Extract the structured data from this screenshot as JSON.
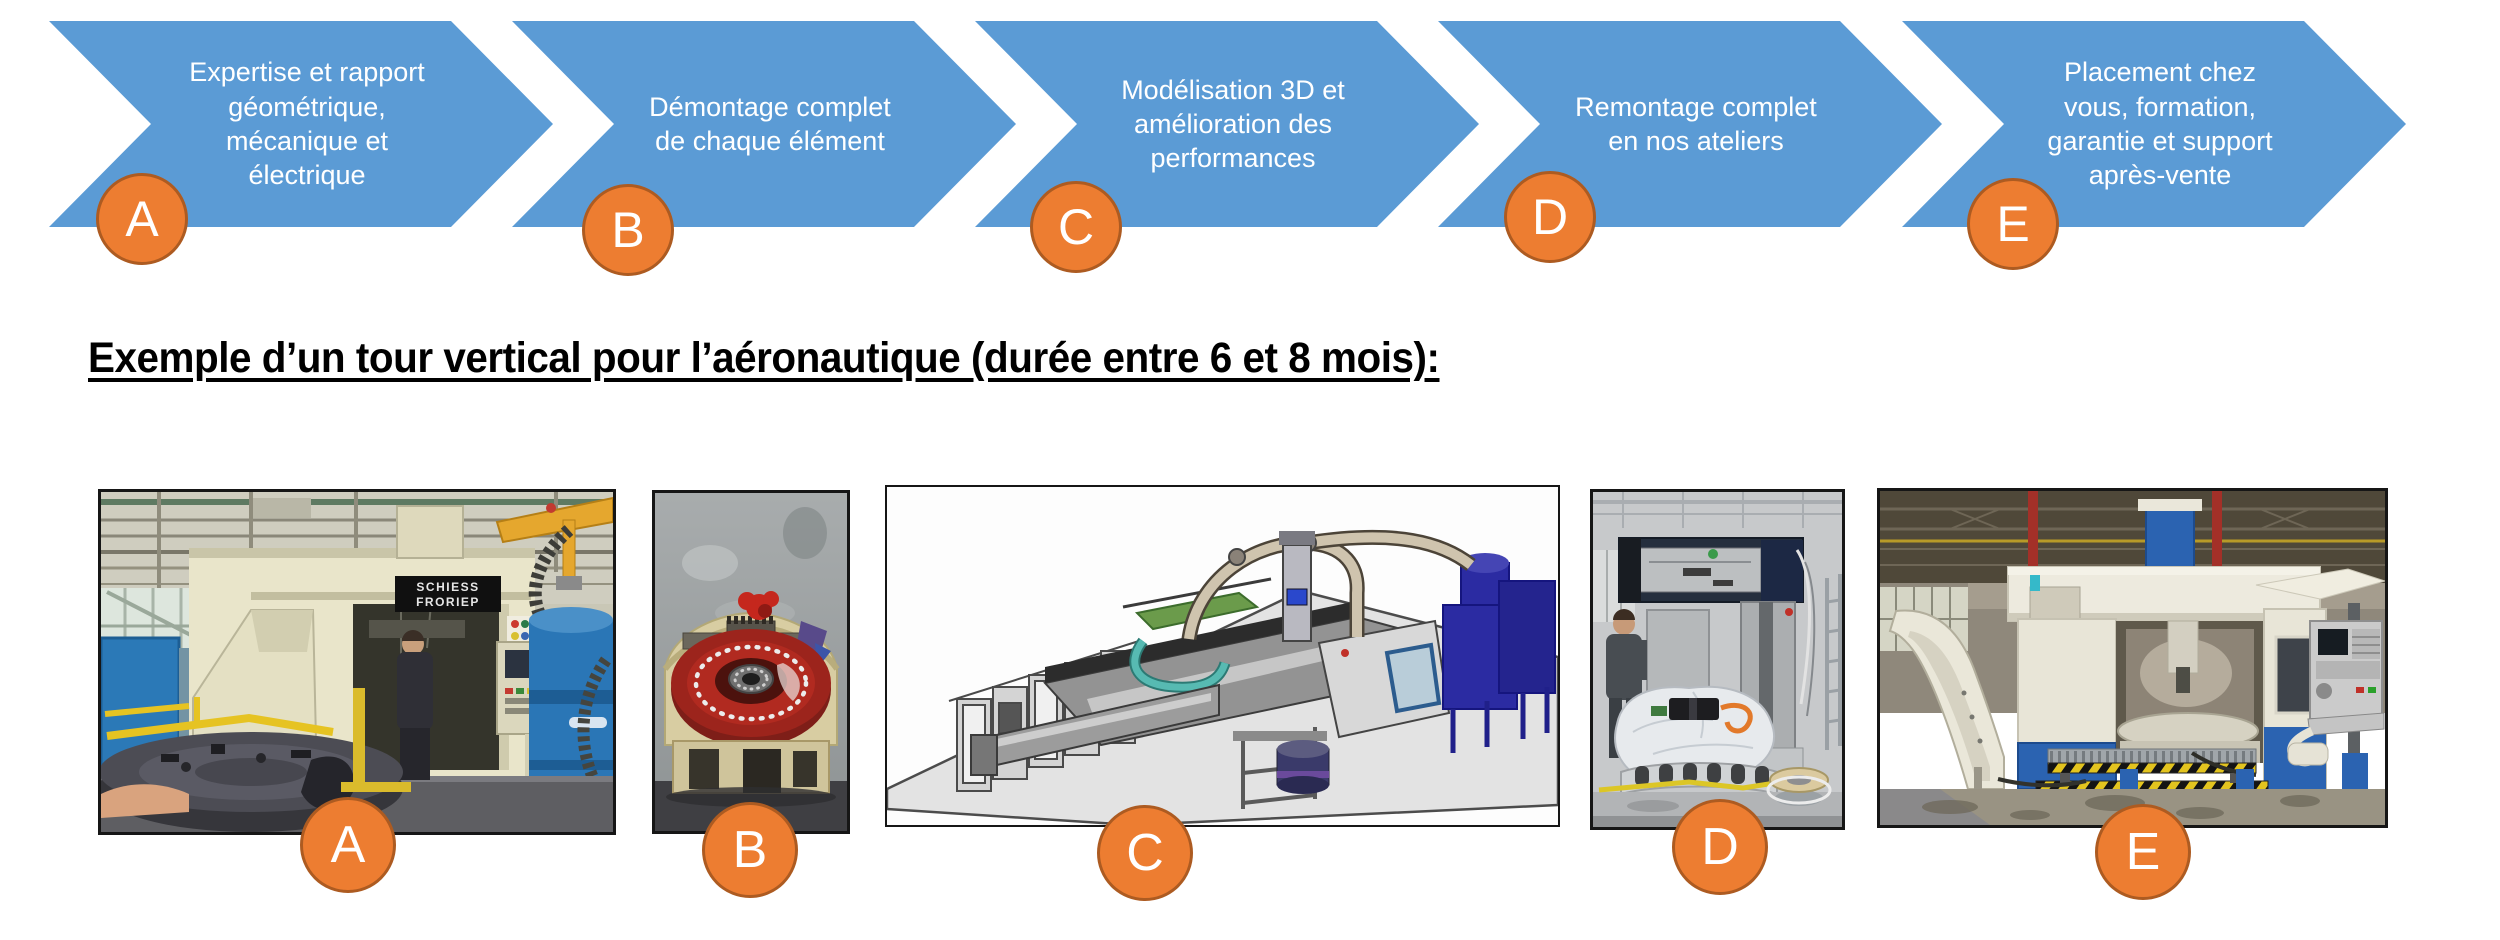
{
  "heading": "Exemple d’un tour vertical pour l’aéronautique (durée entre 6 et 8 mois):",
  "steps": [
    {
      "letter": "A",
      "label": "Expertise et rapport\ngéométrique,\nmécanique et\nélectrique"
    },
    {
      "letter": "B",
      "label": "Démontage complet\nde chaque élément"
    },
    {
      "letter": "C",
      "label": "Modélisation 3D et\namélioration des\nperformances"
    },
    {
      "letter": "D",
      "label": "Remontage complet\nen nos ateliers"
    },
    {
      "letter": "E",
      "label": "Placement chez\nvous, formation,\ngarantie et support\naprès-vente"
    }
  ],
  "photos": [
    {
      "letter": "A",
      "sign_line1": "SCHIESS",
      "sign_line2": "FRORIEP"
    },
    {
      "letter": "B"
    },
    {
      "letter": "C"
    },
    {
      "letter": "D"
    },
    {
      "letter": "E"
    }
  ],
  "colors": {
    "arrow_blue": "#5B9BD5",
    "badge_orange": "#ED7D31",
    "badge_border": "#AD5B21",
    "arrow_text": "#FFFFFF",
    "heading_text": "#000000"
  }
}
